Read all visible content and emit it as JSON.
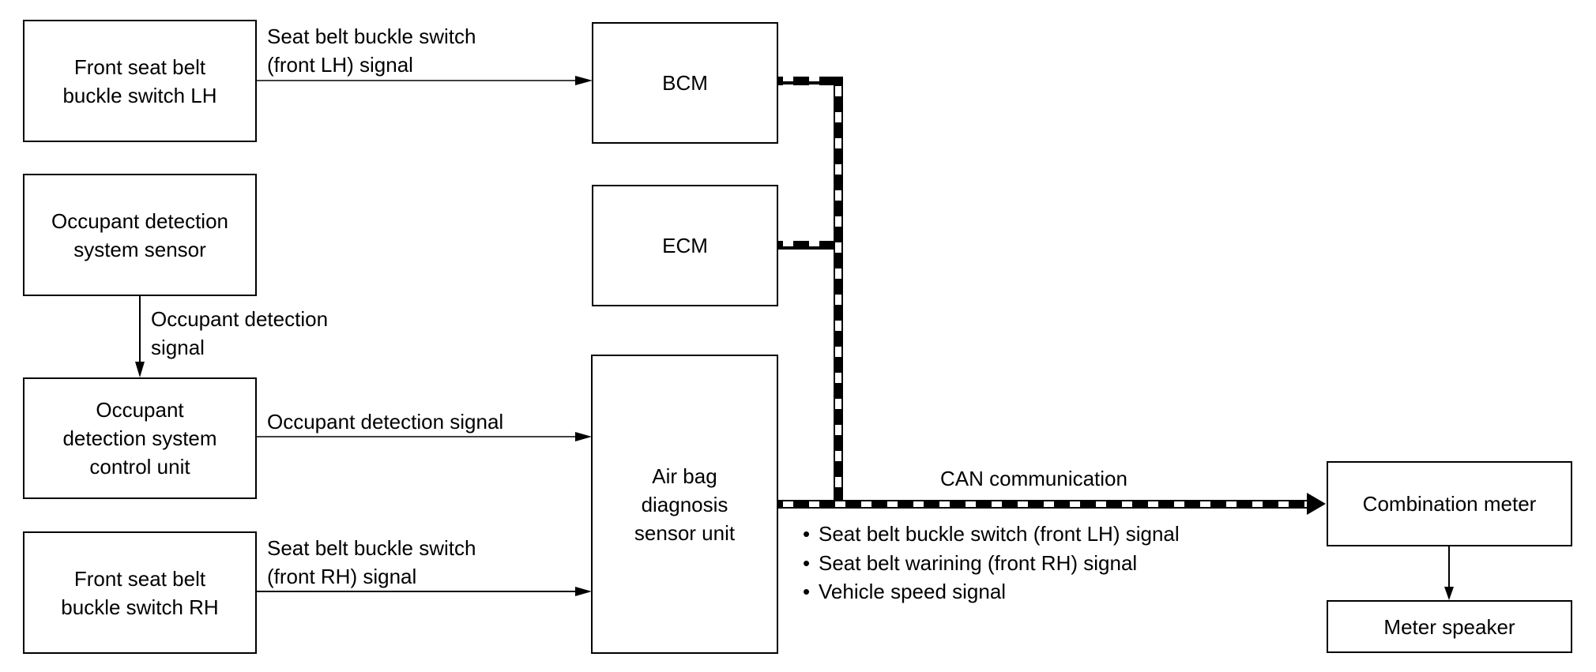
{
  "diagram": {
    "nodes": {
      "seat_lh": "Front seat belt\nbuckle switch LH",
      "ods_sensor": "Occupant detection\nsystem sensor",
      "ods_control": "Occupant\ndetection system\ncontrol unit",
      "seat_rh": "Front seat belt\nbuckle switch RH",
      "bcm": "BCM",
      "ecm": "ECM",
      "airbag": "Air bag\ndiagnosis\nsensor unit",
      "combination_meter": "Combination meter",
      "meter_speaker": "Meter speaker"
    },
    "edge_labels": {
      "lh_to_bcm": "Seat belt buckle switch\n(front LH) signal",
      "sensor_to_control": "Occupant detection\nsignal",
      "control_to_airbag": "Occupant detection signal",
      "rh_to_airbag": "Seat belt buckle switch\n(front RH) signal",
      "can": "CAN communication"
    },
    "can_signals": [
      "Seat belt buckle switch (front LH) signal",
      "Seat belt warining (front RH) signal",
      "Vehicle speed signal"
    ]
  }
}
